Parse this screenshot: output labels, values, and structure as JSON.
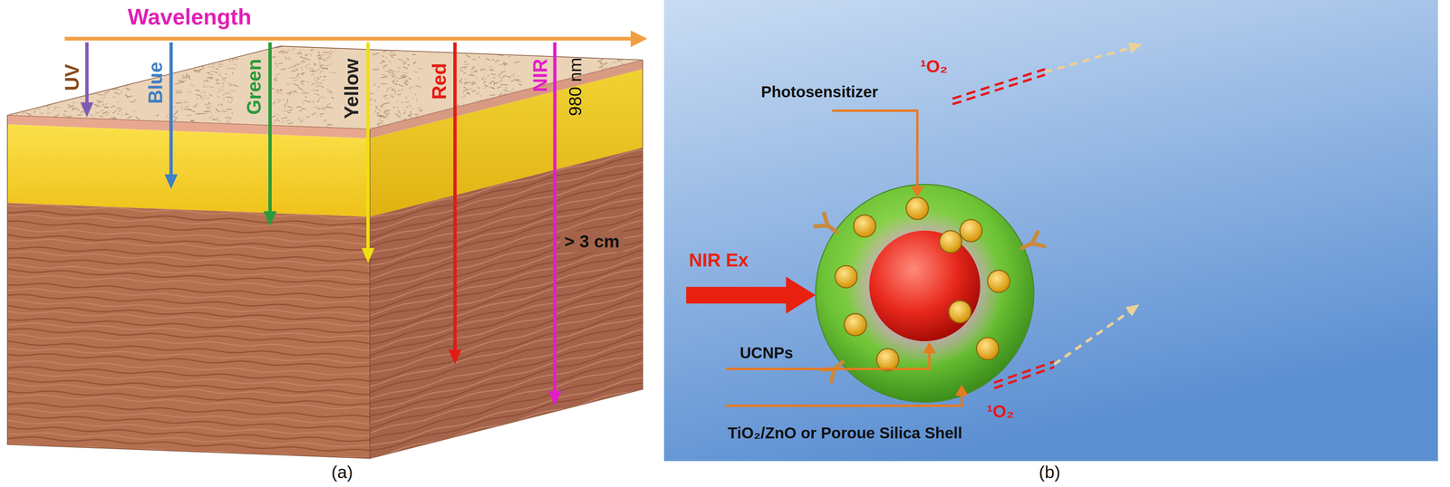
{
  "diagram": {
    "labels": [
      "Wavelength",
      "UV",
      "Blue",
      "Green",
      "Yellow",
      "Red",
      "NIR",
      "980 nm",
      "> 3 cm",
      "(a)",
      "Photosensitizer",
      "¹O₂",
      "NIR Ex",
      "UCNPs",
      "TiO₂/ZnO or Poroue Silica Shell",
      "¹O₂",
      "(b)"
    ]
  }
}
